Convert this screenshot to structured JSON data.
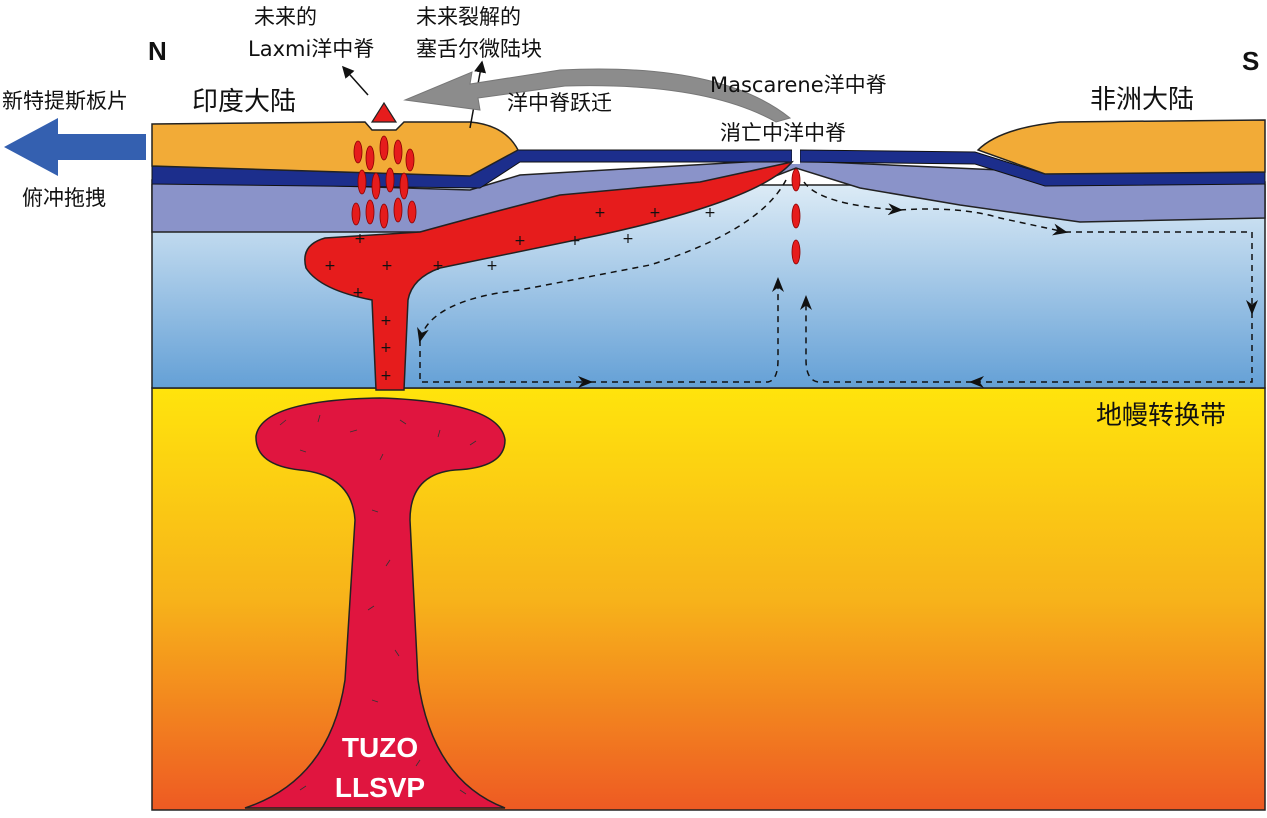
{
  "directions": {
    "north": "N",
    "south": "S"
  },
  "labels": {
    "future_laxmi_line1": "未来的",
    "future_laxmi_line2": "Laxmi洋中脊",
    "future_rift_line1": "未来裂解的",
    "future_rift_line2": "塞舌尔微陆块",
    "india": "印度大陆",
    "neotethys": "新特提斯板片",
    "slab_pull": "俯冲拖拽",
    "ridge_jump": "洋中脊跃迁",
    "mascarene_ridge": "Mascarene洋中脊",
    "dying_ridge": "消亡中洋中脊",
    "africa": "非洲大陆",
    "mtz": "地幔转换带",
    "tuzo": "TUZO",
    "llsvp": "LLSVP"
  },
  "colors": {
    "continent": "#f2ab37",
    "oceanic_crust": "#1c2e8c",
    "lithosphere": "#8a93c9",
    "upper_mantle_top": "#d9e9f5",
    "upper_mantle_bottom": "#6aa2d6",
    "lower_mantle_top": "#ffe210",
    "lower_mantle_bottom": "#ee5a23",
    "plume": "#e0153f",
    "magma": "#e61c1c",
    "push_arrow": "#3460b0",
    "jump_arrow": "#8c8c8c"
  },
  "icons": {
    "west_arrow": "arrow-left-icon",
    "volcano": "triangle-icon",
    "jump": "curved-arrow-icon"
  }
}
